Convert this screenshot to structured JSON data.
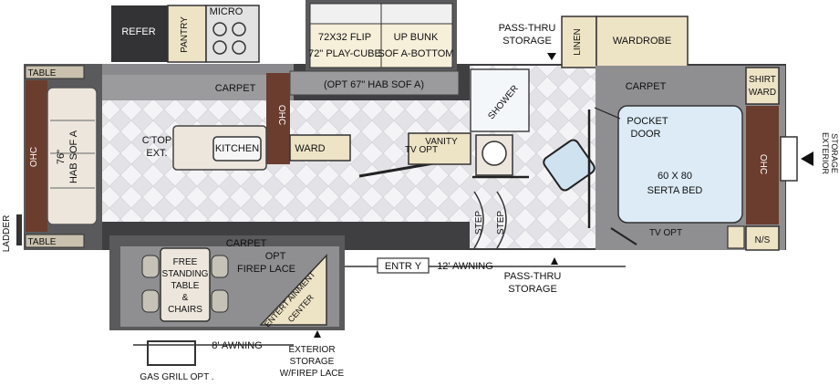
{
  "labels": {
    "refer": "REFER",
    "pantry": "PANTRY",
    "micro": "MICRO",
    "flip_bunk_1": "72X32 FLIP",
    "flip_bunk_2": "UP BUNK",
    "play_cube_1": "72\" PLAY-CUBE",
    "play_cube_2": "SOF A-BOTTOM",
    "hab_sofa_opt": "(OPT 67\" HAB SOF A)",
    "pass_thru_top_1": "PASS-THRU",
    "pass_thru_top_2": "STORAGE",
    "linen": "LINEN",
    "wardrobe": "WARDROBE",
    "table_top": "TABLE",
    "table_bottom": "TABLE",
    "carpet_kitchen": "CARPET",
    "ohc_left": "OHC",
    "sofa_1": "76\"",
    "sofa_2": "HAB SOF A",
    "ohc_kitchen": "OHC",
    "ctop_1": "C'TOP",
    "ctop_2": "EXT.",
    "kitchen": "KITCHEN",
    "ward": "WARD",
    "tv_opt_mid": "TV OPT",
    "vanity": "VANITY",
    "shower": "SHOWER",
    "carpet_bed": "CARPET",
    "shirt_1": "SHIRT",
    "shirt_2": "WARD",
    "pocket_1": "POCKET",
    "pocket_2": "DOOR",
    "bed_1": "60 X 80",
    "bed_2": "SERTA BED",
    "ohc_right": "OHC",
    "ext_storage_1": "EXTERIOR",
    "ext_storage_2": "STORAGE",
    "step_1": "STEP",
    "step_2": "STEP",
    "tv_opt_bed": "TV OPT",
    "ns": "N/S",
    "ladder": "LADDER",
    "carpet_dinette": "CARPET",
    "fire_1": "OPT",
    "fire_2": "FIREP LACE",
    "free_1": "FREE",
    "free_2": "STANDING",
    "free_3": "TABLE",
    "free_4": "&",
    "free_5": "CHAIRS",
    "ent_1": "ENTERT AINMENT",
    "ent_2": "CENTER",
    "entry": "ENTR Y",
    "awning_12": "12' AWNING",
    "pass_thru_bottom_1": "PASS-THRU",
    "pass_thru_bottom_2": "STORAGE",
    "awning_8": "8' AWNING",
    "ext_fire_1": "EXTERIOR",
    "ext_fire_2": "STORAGE",
    "ext_fire_3": "W/FIREP LACE",
    "gas_grill": "GAS GRILL OPT ."
  },
  "colors": {
    "wall": "#5a5a5c",
    "slide_floor": "#4e4e50",
    "carpet": "#8f8f92",
    "floor": "#f2f2f4",
    "wood": "#6b3d2e",
    "cream": "#ede3c5",
    "bed": "#dcebf6",
    "cabinet": "#d9d3c0"
  }
}
